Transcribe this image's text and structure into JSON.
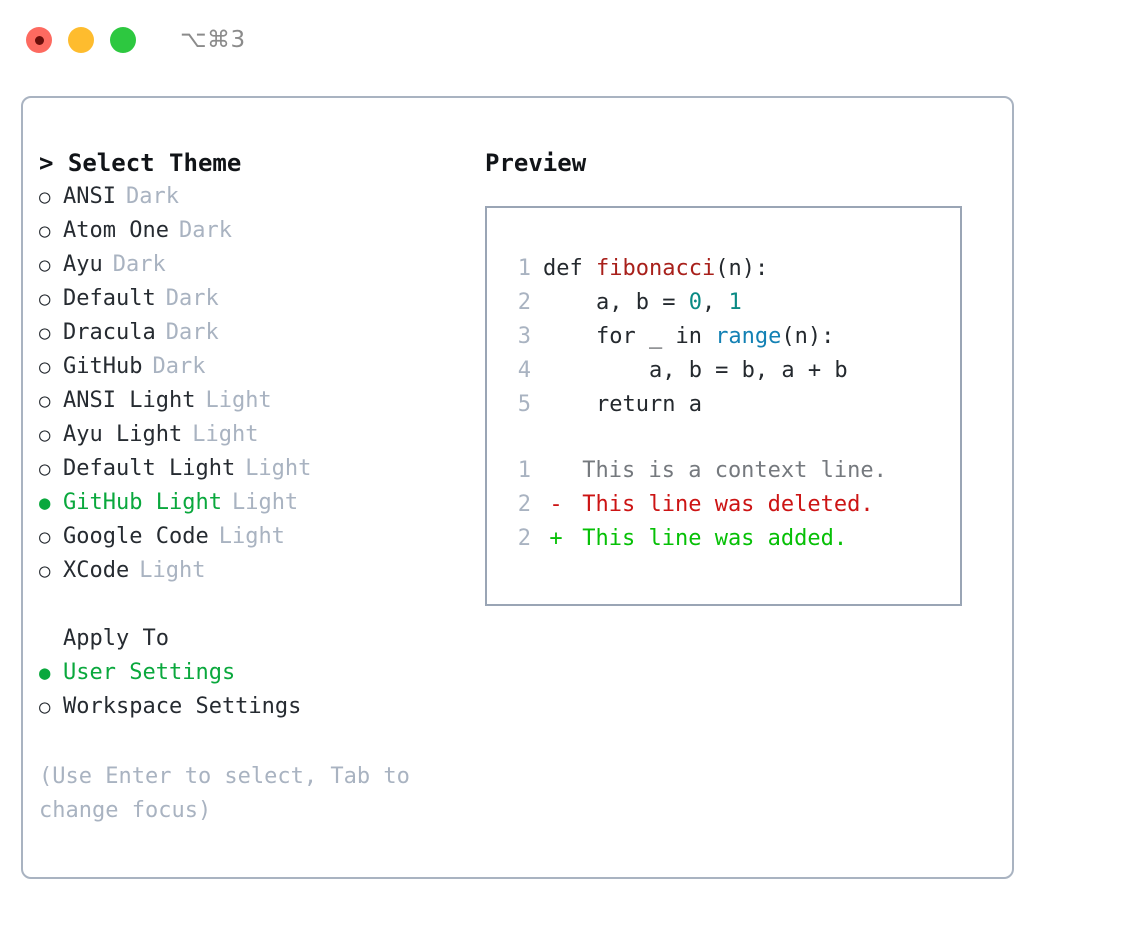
{
  "titlebar": {
    "lights": [
      {
        "name": "close",
        "color": "#fd6a60"
      },
      {
        "name": "minimize",
        "color": "#febc2e"
      },
      {
        "name": "maximize",
        "color": "#2dc840"
      }
    ],
    "shortcut": "⌥⌘3"
  },
  "theme_picker": {
    "caret": ">",
    "title": "Select Theme",
    "bullet_selected": "●",
    "bullet_unselected": "○",
    "selected_theme": "GitHub Light",
    "items": [
      {
        "label": "ANSI",
        "tag": "Dark",
        "selected": false
      },
      {
        "label": "Atom One",
        "tag": "Dark",
        "selected": false
      },
      {
        "label": "Ayu",
        "tag": "Dark",
        "selected": false
      },
      {
        "label": "Default",
        "tag": "Dark",
        "selected": false
      },
      {
        "label": "Dracula",
        "tag": "Dark",
        "selected": false
      },
      {
        "label": "GitHub",
        "tag": "Dark",
        "selected": false
      },
      {
        "label": "ANSI Light",
        "tag": "Light",
        "selected": false
      },
      {
        "label": "Ayu Light",
        "tag": "Light",
        "selected": false
      },
      {
        "label": "Default Light",
        "tag": "Light",
        "selected": false
      },
      {
        "label": "GitHub Light",
        "tag": "Light",
        "selected": true
      },
      {
        "label": "Google Code",
        "tag": "Light",
        "selected": false
      },
      {
        "label": "XCode",
        "tag": "Light",
        "selected": false
      }
    ]
  },
  "apply_to": {
    "heading": "Apply To",
    "bullet_selected": "●",
    "bullet_unselected": "○",
    "selected_target": "User Settings",
    "items": [
      {
        "label": "User Settings",
        "selected": true
      },
      {
        "label": "Workspace Settings",
        "selected": false
      }
    ]
  },
  "hint": "(Use Enter to select, Tab to change focus)",
  "preview": {
    "title": "Preview",
    "code": [
      {
        "lineno": "1",
        "tokens": [
          {
            "text": "def ",
            "kind": "plain"
          },
          {
            "text": "fibonacci",
            "kind": "fn"
          },
          {
            "text": "(n):",
            "kind": "plain"
          }
        ]
      },
      {
        "lineno": "2",
        "tokens": [
          {
            "text": "    a, b = ",
            "kind": "plain"
          },
          {
            "text": "0",
            "kind": "num"
          },
          {
            "text": ", ",
            "kind": "plain"
          },
          {
            "text": "1",
            "kind": "num"
          }
        ]
      },
      {
        "lineno": "3",
        "tokens": [
          {
            "text": "    for _ in ",
            "kind": "plain"
          },
          {
            "text": "range",
            "kind": "call"
          },
          {
            "text": "(n):",
            "kind": "plain"
          }
        ]
      },
      {
        "lineno": "4",
        "tokens": [
          {
            "text": "        a, b = b, a + b",
            "kind": "plain"
          }
        ]
      },
      {
        "lineno": "5",
        "tokens": [
          {
            "text": "    return a",
            "kind": "plain"
          }
        ]
      }
    ],
    "diff": [
      {
        "lineno": "1",
        "marker": " ",
        "text": "This is a context line.",
        "kind": "ctx"
      },
      {
        "lineno": "2",
        "marker": "-",
        "text": "This line was deleted.",
        "kind": "del"
      },
      {
        "lineno": "2",
        "marker": "+",
        "text": "This line was added.",
        "kind": "add"
      }
    ]
  },
  "colors": {
    "accent_green": "#0aa83d",
    "border": "#a9b3c1",
    "muted": "#a9b3c1",
    "text": "#262b31",
    "diff_add": "#06c006",
    "diff_del": "#cc1414",
    "diff_ctx": "#75797e",
    "syntax_function": "#a8201b",
    "syntax_number": "#0a8a84",
    "syntax_call": "#1381b4"
  }
}
